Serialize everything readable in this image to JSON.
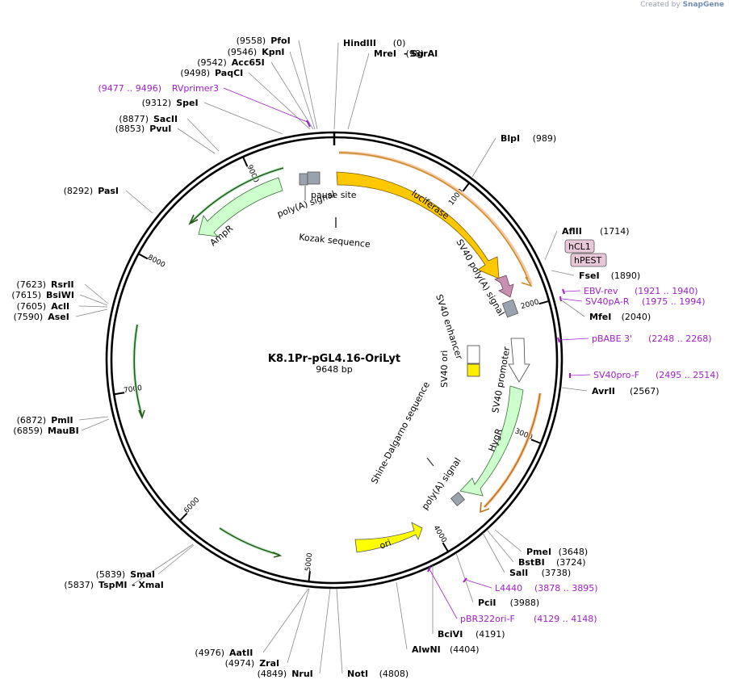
{
  "watermark": {
    "prefix": "Created by",
    "brand": "SnapGene"
  },
  "plasmid": {
    "name": "K8.1Pr-pGL4.16-OriLyt",
    "length": "9648 bp"
  },
  "ticks": [
    "1000",
    "2000",
    "3000",
    "4000",
    "5000",
    "6000",
    "7000",
    "8000",
    "9000"
  ],
  "sites": [
    {
      "name": "PfoI",
      "pos": "(9558)"
    },
    {
      "name": "KpnI",
      "pos": "(9546)"
    },
    {
      "name": "Acc65I",
      "pos": "(9542)"
    },
    {
      "name": "PaqCI",
      "pos": "(9498)"
    },
    {
      "name": "SpeI",
      "pos": "(9312)"
    },
    {
      "name": "SacII",
      "pos": "(8877)"
    },
    {
      "name": "PvuI",
      "pos": "(8853)"
    },
    {
      "name": "PasI",
      "pos": "(8292)"
    },
    {
      "name": "RsrII",
      "pos": "(7623)"
    },
    {
      "name": "BsiWI",
      "pos": "(7615)"
    },
    {
      "name": "AclI",
      "pos": "(7605)"
    },
    {
      "name": "AseI",
      "pos": "(7590)"
    },
    {
      "name": "PmlI",
      "pos": "(6872)"
    },
    {
      "name": "MauBI",
      "pos": "(6859)"
    },
    {
      "name": "SmaI",
      "pos": "(5839)"
    },
    {
      "name": "TspMI",
      "pos": "(5837)"
    },
    {
      "name": "AatII",
      "pos": "(4976)"
    },
    {
      "name": "ZraI",
      "pos": "(4974)"
    },
    {
      "name": "NruI",
      "pos": "(4849)"
    },
    {
      "name": "NotI",
      "pos": "(4808)"
    },
    {
      "name": "AlwNI",
      "pos": "(4404)"
    },
    {
      "name": "BciVI",
      "pos": "(4191)"
    },
    {
      "name": "PciI",
      "pos": "(3988)"
    },
    {
      "name": "SalI",
      "pos": "(3738)"
    },
    {
      "name": "BstBI",
      "pos": "(3724)"
    },
    {
      "name": "PmeI",
      "pos": "(3648)"
    },
    {
      "name": "AvrII",
      "pos": "(2567)"
    },
    {
      "name": "MfeI",
      "pos": "(2040)"
    },
    {
      "name": "FseI",
      "pos": "(1890)"
    },
    {
      "name": "AflII",
      "pos": "(1714)"
    },
    {
      "name": "BlpI",
      "pos": "(989)"
    },
    {
      "name": "HindIII",
      "pos": "(0)"
    },
    {
      "name": "MreI",
      "pos": "(98)"
    }
  ],
  "site_extras": {
    "xmaI": "- XmaI",
    "sgrAI": "- SgrAI"
  },
  "primers": [
    {
      "name": "RVprimer3",
      "range": "(9477 .. 9496)"
    },
    {
      "name": "EBV-rev",
      "range": "(1921 .. 1940)"
    },
    {
      "name": "SV40pA-R",
      "range": "(1975 .. 1994)"
    },
    {
      "name": "pBABE 3'",
      "range": "(2248 .. 2268)"
    },
    {
      "name": "SV40pro-F",
      "range": "(2495 .. 2514)"
    },
    {
      "name": "L4440",
      "range": "(3878 .. 3895)"
    },
    {
      "name": "pBR322ori-F",
      "range": "(4129 .. 4148)"
    }
  ],
  "tags": [
    "hCL1",
    "hPEST"
  ],
  "features": {
    "luciferase": "luciferase",
    "sv40_polya": "SV40 poly(A) signal",
    "sv40_enhancer": "SV40 enhancer",
    "sv40_ori": "SV40 ori",
    "sv40_promoter": "SV40 promoter",
    "hygr": "HygR",
    "shine": "Shine-Dalgarno sequence",
    "polya_lower": "poly(A) signal",
    "ori": "ori",
    "ampr": "AmpR",
    "polya_upper": "poly(A) signal",
    "pause": "pause site",
    "kozak": "Kozak sequence"
  },
  "colors": {
    "luciferase": "#ffc800",
    "ampr": "#ccffcc",
    "hygr": "#ccffcc",
    "ori": "#ffff00",
    "primer": "#a020c8",
    "tag": "#e8c8d8",
    "polya_marker": "#8e99a8"
  }
}
